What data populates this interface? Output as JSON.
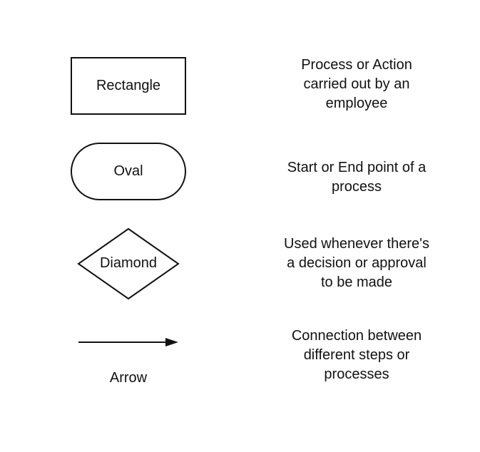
{
  "legend": [
    {
      "shape": "rectangle",
      "label": "Rectangle",
      "description": [
        "Process or Action",
        "carried out by an",
        "employee"
      ]
    },
    {
      "shape": "oval",
      "label": "Oval",
      "description": [
        "Start or End point of a",
        "process"
      ]
    },
    {
      "shape": "diamond",
      "label": "Diamond",
      "description": [
        "Used whenever there's",
        "a decision or approval",
        "to be made"
      ]
    },
    {
      "shape": "arrow",
      "label": "Arrow",
      "description": [
        "Connection between",
        "different steps or",
        "processes"
      ]
    }
  ],
  "colors": {
    "stroke": "#111111",
    "text": "#111111",
    "background": "#ffffff"
  }
}
